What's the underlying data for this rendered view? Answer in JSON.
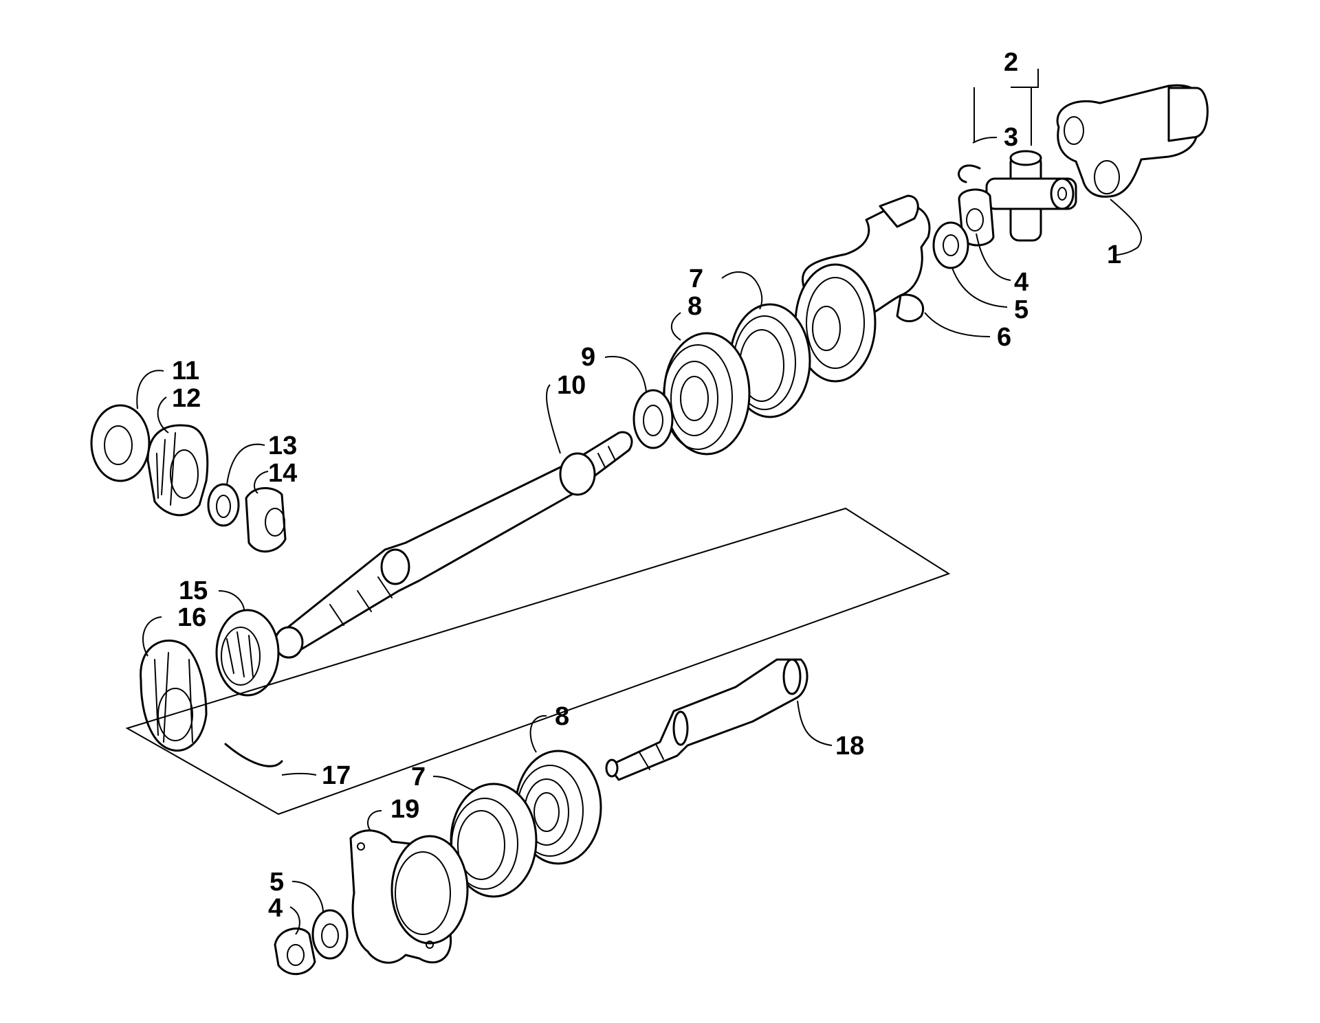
{
  "callouts": [
    {
      "id": "c1",
      "label": "1"
    },
    {
      "id": "c2",
      "label": "2"
    },
    {
      "id": "c3",
      "label": "3"
    },
    {
      "id": "c4a",
      "label": "4"
    },
    {
      "id": "c5a",
      "label": "5"
    },
    {
      "id": "c6",
      "label": "6"
    },
    {
      "id": "c7a",
      "label": "7"
    },
    {
      "id": "c8a",
      "label": "8"
    },
    {
      "id": "c9",
      "label": "9"
    },
    {
      "id": "c10",
      "label": "10"
    },
    {
      "id": "c11",
      "label": "11"
    },
    {
      "id": "c12",
      "label": "12"
    },
    {
      "id": "c13",
      "label": "13"
    },
    {
      "id": "c14",
      "label": "14"
    },
    {
      "id": "c15",
      "label": "15"
    },
    {
      "id": "c16",
      "label": "16"
    },
    {
      "id": "c17",
      "label": "17"
    },
    {
      "id": "c18",
      "label": "18"
    },
    {
      "id": "c8b",
      "label": "8"
    },
    {
      "id": "c7b",
      "label": "7"
    },
    {
      "id": "c19",
      "label": "19"
    },
    {
      "id": "c5b",
      "label": "5"
    },
    {
      "id": "c4b",
      "label": "4"
    }
  ]
}
